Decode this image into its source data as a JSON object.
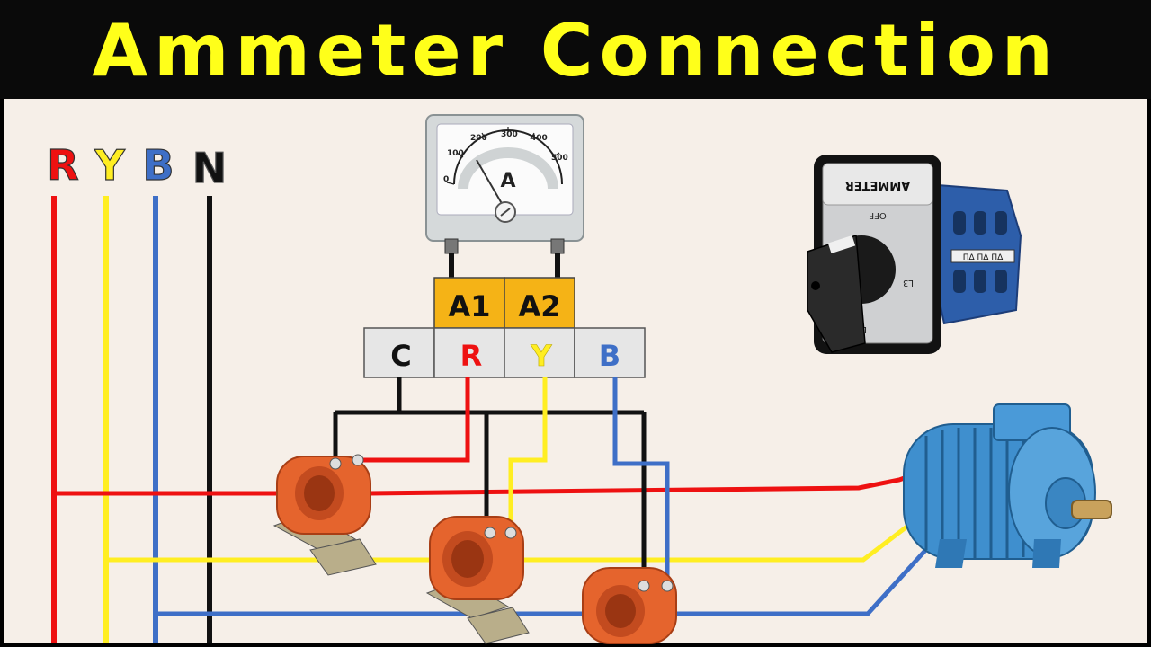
{
  "title": "Ammeter Connection",
  "colors": {
    "title_text": "#ffff1a",
    "title_bg": "#0a0a0a",
    "background": "#f6efe8",
    "phase_r": "#ee1111",
    "phase_y": "#ffee22",
    "phase_b": "#3e6fc7",
    "neutral": "#111111",
    "terminal_orange": "#f5b316",
    "terminal_gray": "#e6e6e6",
    "ct_orange": "#e5642d",
    "motor_blue": "#3f8fce"
  },
  "phase_labels": {
    "r": "R",
    "y": "Y",
    "b": "B",
    "n": "N"
  },
  "ammeter": {
    "unit": "A",
    "scale": [
      "0",
      "100",
      "200",
      "300",
      "400",
      "500"
    ]
  },
  "terminals": {
    "a1": "A1",
    "a2": "A2",
    "c": "C",
    "r": "R",
    "y": "Y",
    "b": "B"
  },
  "selector_switch": {
    "plate_label": "AMMETER",
    "positions": [
      "OFF",
      "L3",
      "L2"
    ],
    "side_marking": "ΠΔ ΠΔ ΠΔ"
  },
  "icons": {
    "current_transformer": "ct-icon",
    "motor": "motor-icon",
    "ammeter": "ammeter-icon",
    "selector_switch": "selector-switch-icon"
  }
}
